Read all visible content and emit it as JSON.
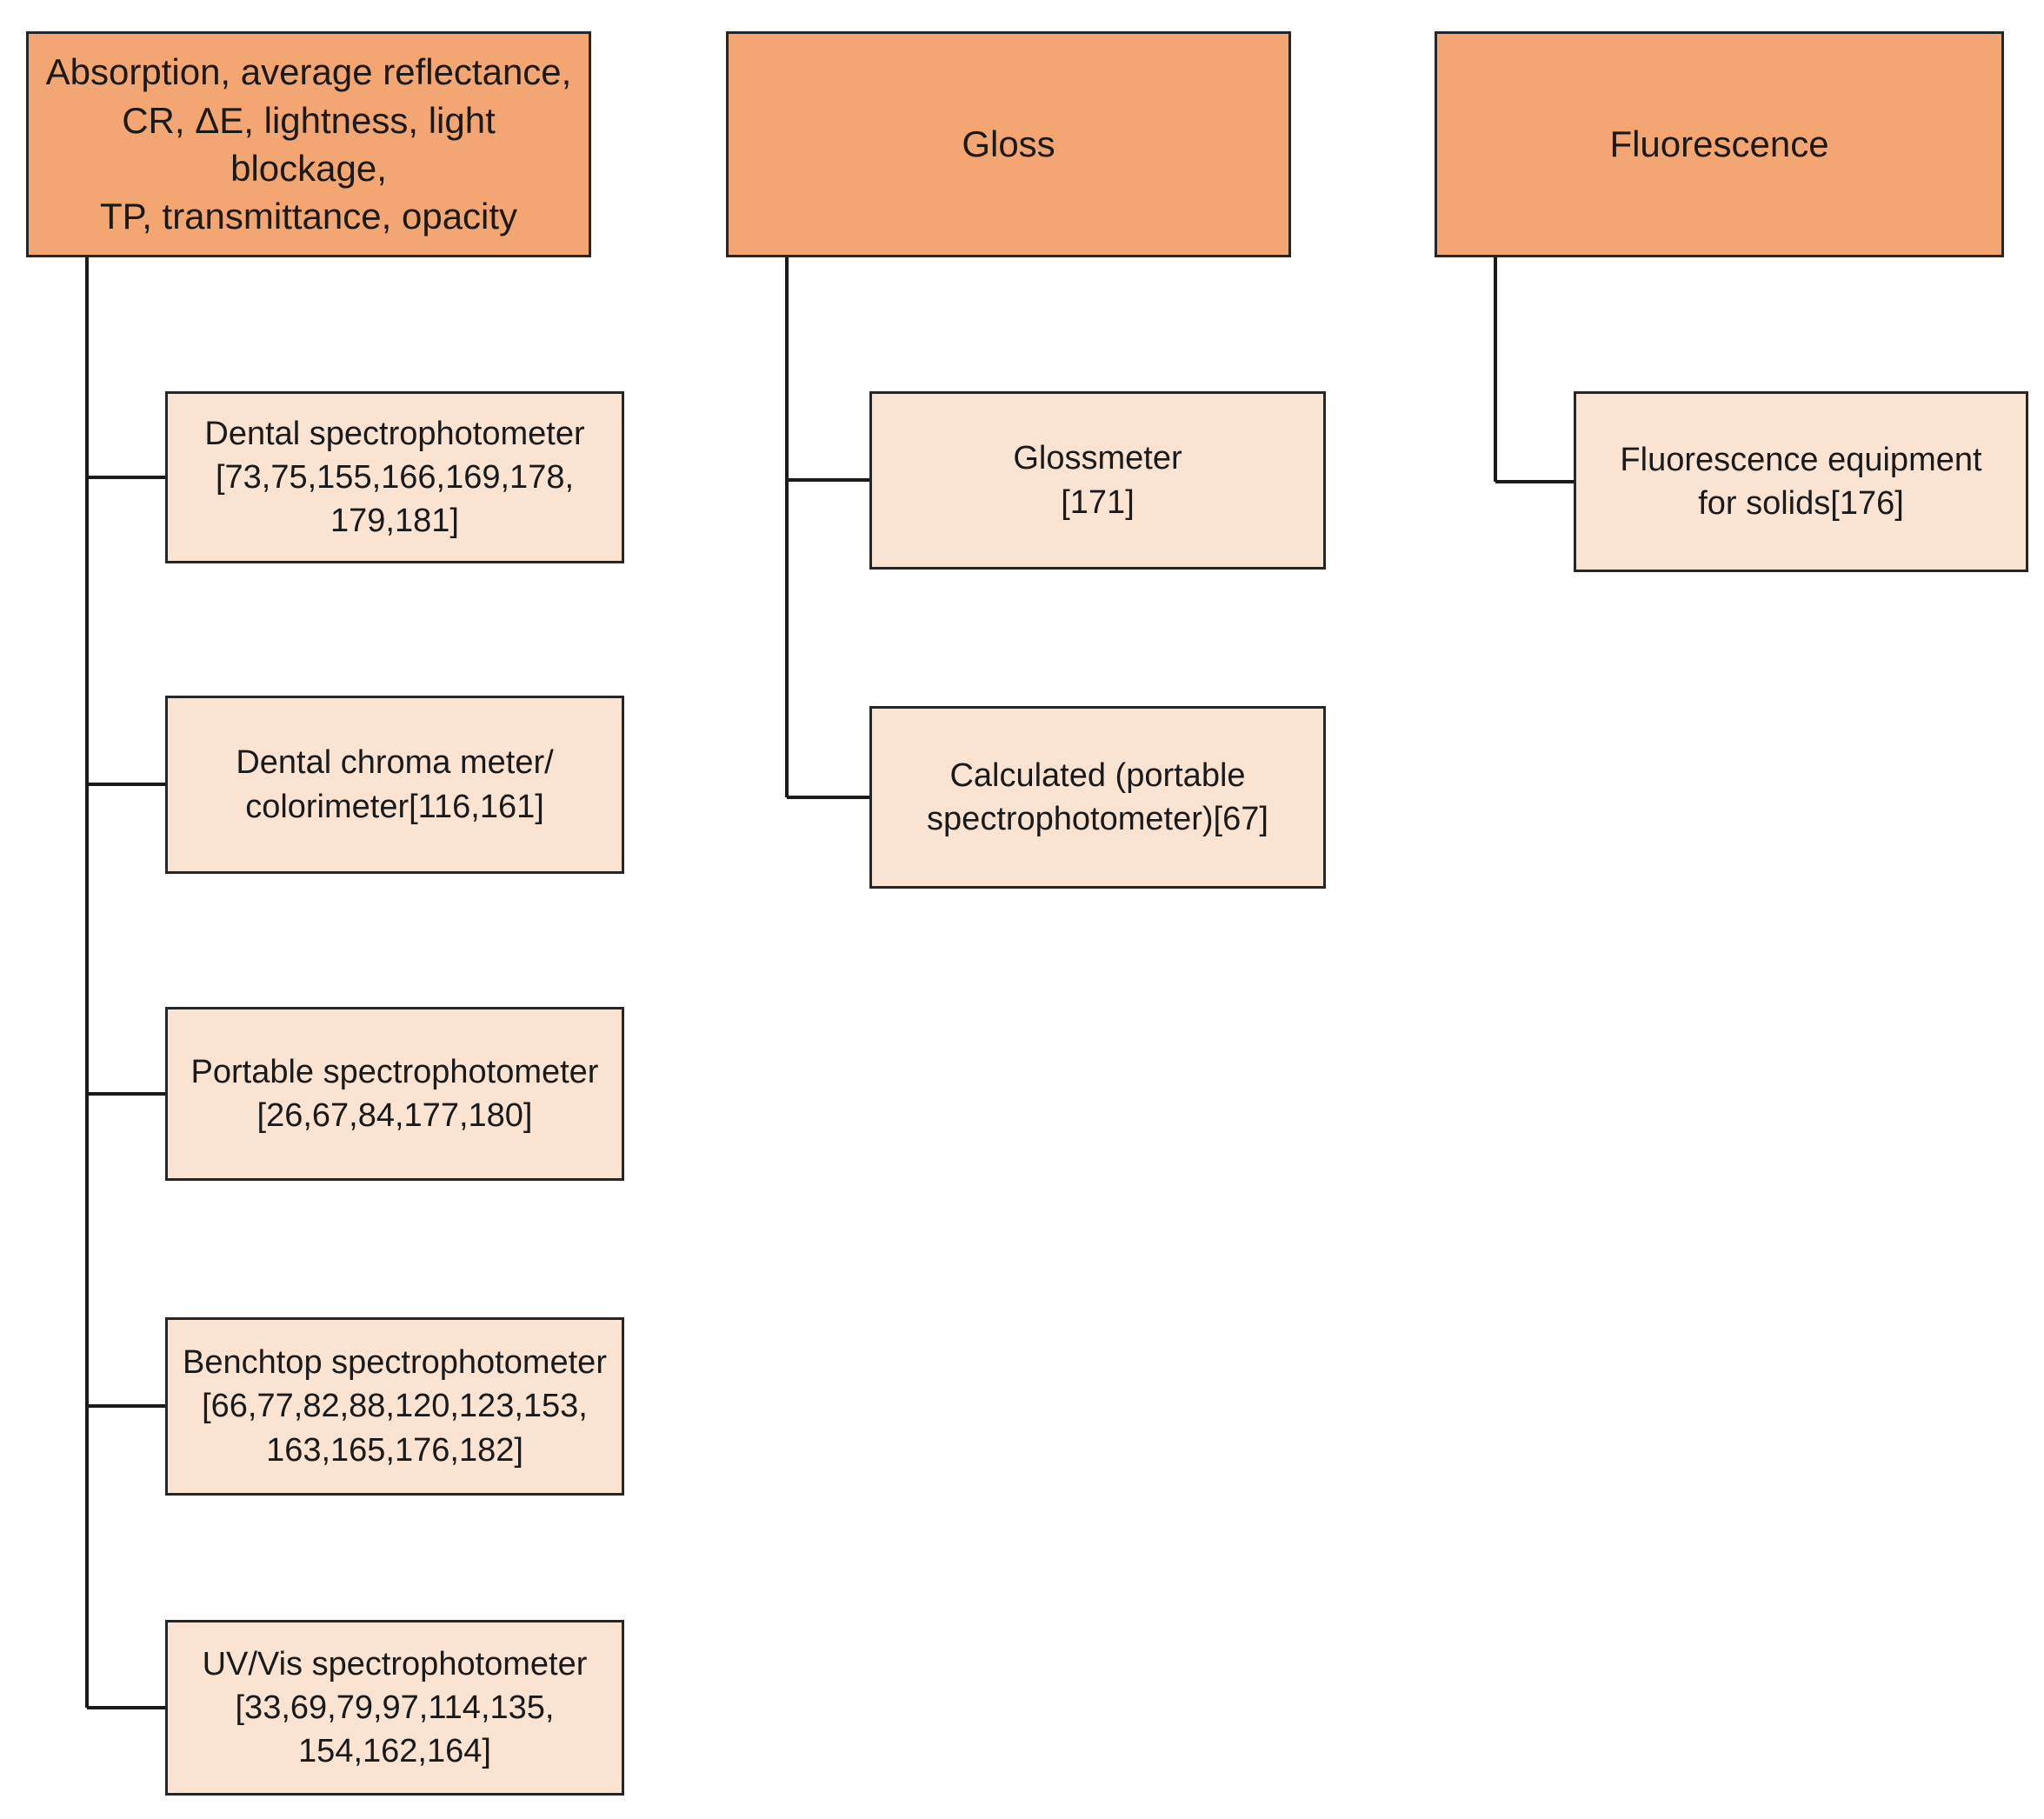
{
  "diagram": {
    "columns": [
      {
        "header": "Absorption, average reflectance,\nCR, ΔE, lightness, light blockage,\nTP, transmittance, opacity",
        "children": [
          {
            "label": "Dental spectrophotometer\n[73,75,155,166,169,178,\n179,181]"
          },
          {
            "label": "Dental chroma meter/\ncolorimeter[116,161]"
          },
          {
            "label": "Portable spectrophotometer\n[26,67,84,177,180]"
          },
          {
            "label": "Benchtop spectrophotometer\n[66,77,82,88,120,123,153,\n163,165,176,182]"
          },
          {
            "label": "UV/Vis spectrophotometer\n[33,69,79,97,114,135,\n154,162,164]"
          }
        ]
      },
      {
        "header": "Gloss",
        "children": [
          {
            "label": "Glossmeter\n[171]"
          },
          {
            "label": "Calculated (portable\nspectrophotometer)[67]"
          }
        ]
      },
      {
        "header": "Fluorescence",
        "children": [
          {
            "label": "Fluorescence equipment\nfor solids[176]"
          }
        ]
      }
    ]
  },
  "colors": {
    "header_fill": "#f3a572",
    "child_fill": "#fbe3d2",
    "border": "#262626",
    "line": "#1a1a1a"
  }
}
